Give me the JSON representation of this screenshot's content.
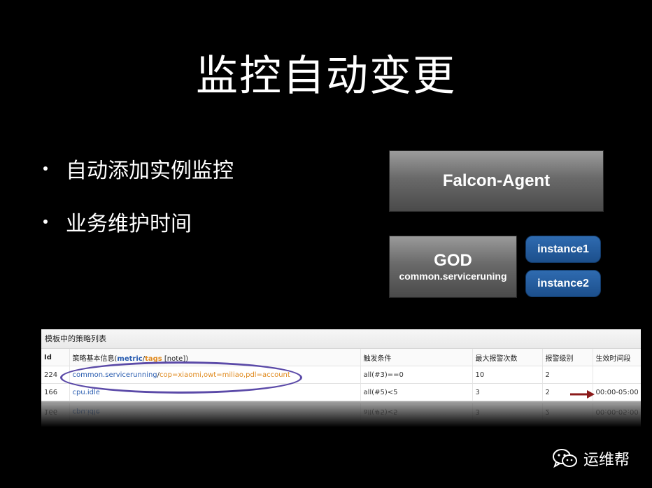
{
  "title": "监控自动变更",
  "bullets": [
    "自动添加实例监控",
    "业务维护时间"
  ],
  "diagram": {
    "agent": "Falcon-Agent",
    "god": "GOD",
    "god_sub": "common.serviceruning",
    "instances": [
      "instance1",
      "instance2"
    ]
  },
  "table": {
    "panel_title": "模板中的策略列表",
    "headers": {
      "id": "Id",
      "info_prefix": "策略基本信息(",
      "metric": "metric",
      "slash": "/",
      "tags": "tags",
      "info_suffix": " [note])",
      "trigger": "触发条件",
      "max_alarm": "最大报警次数",
      "level": "报警级别",
      "effective": "生效时间段"
    },
    "rows": [
      {
        "id": "224",
        "metric": "common.servicerunning",
        "tags": "cop=xiaomi,owt=miliao,pdl=account",
        "trigger": "all(#3)==0",
        "max": "10",
        "level": "2",
        "time": ""
      },
      {
        "id": "166",
        "metric": "cpu.idle",
        "tags": "",
        "trigger": "all(#5)<5",
        "max": "3",
        "level": "2",
        "time": "00:00-05:00"
      }
    ]
  },
  "brand": {
    "name": "运维帮",
    "icon": "wechat-icon"
  },
  "colors": {
    "accent_blue": "#1c4f8c",
    "oval": "#5b4aa8",
    "arrow": "#8b1a1a",
    "tags": "#e08a1e"
  }
}
